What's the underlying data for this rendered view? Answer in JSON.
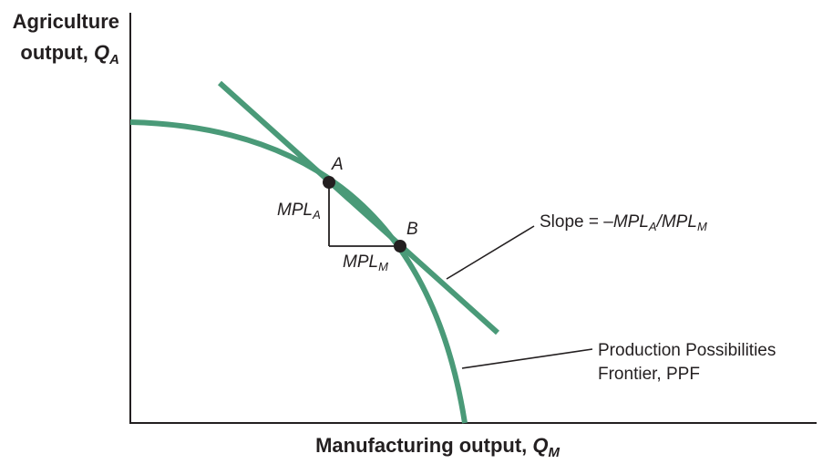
{
  "colors": {
    "curve": "#4a9a78",
    "ink": "#231f20",
    "background": "#ffffff"
  },
  "y_axis": {
    "line1": "Agriculture",
    "line2": "output, ",
    "var": "Q",
    "sub": "A"
  },
  "x_axis": {
    "text": "Manufacturing output, ",
    "var": "Q",
    "sub": "M"
  },
  "points": {
    "a": "A",
    "b": "B"
  },
  "mpl_a": {
    "base": "MPL",
    "sub": "A"
  },
  "mpl_m": {
    "base": "MPL",
    "sub": "M"
  },
  "slope": {
    "prefix": "Slope = –",
    "base1": "MPL",
    "sub1": "A",
    "sep": "/",
    "base2": "MPL",
    "sub2": "M"
  },
  "ppf": {
    "line1": "Production Possibilities",
    "line2": "Frontier, PPF"
  }
}
